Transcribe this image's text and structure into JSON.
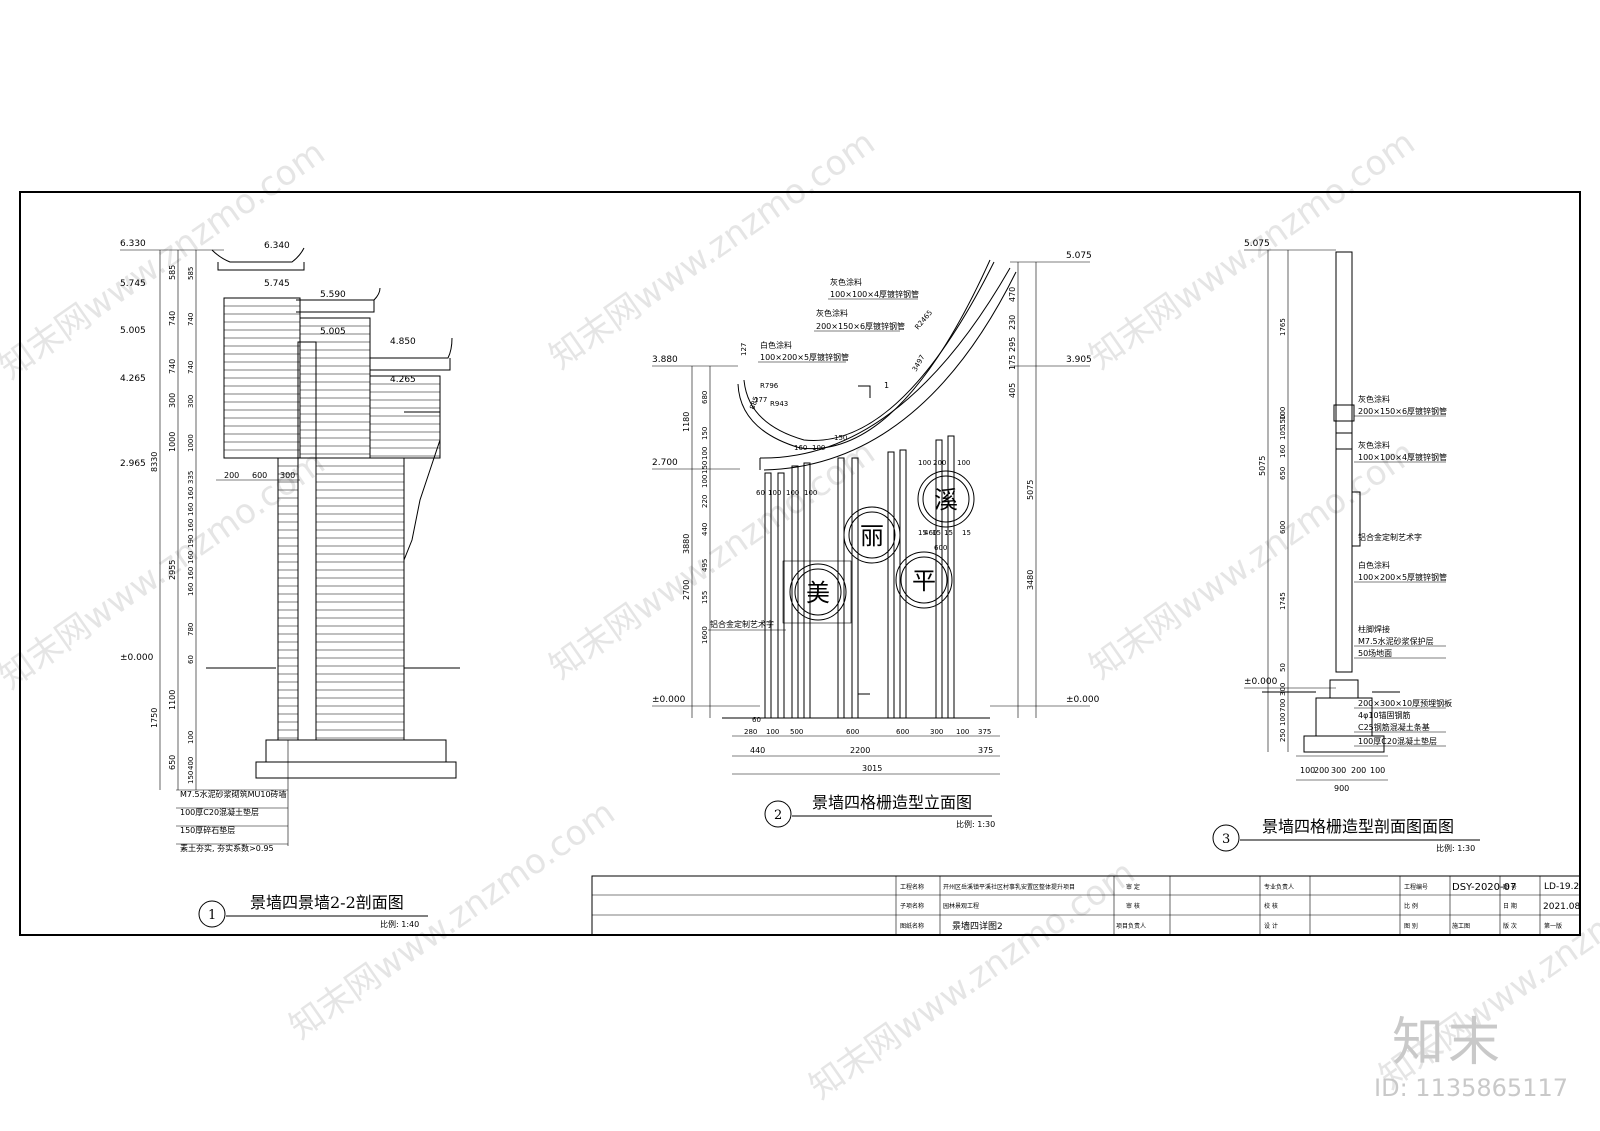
{
  "watermark": {
    "text": "知末网www.znzmo.com",
    "brand": "知末",
    "image_id": "ID: 1135865117"
  },
  "drawing1": {
    "number": "1",
    "title": "景墙四景墙2-2剖面图",
    "scale": "比例: 1:40",
    "elevations": [
      "6.330",
      "5.745",
      "5.005",
      "4.265",
      "2.965",
      "±0.000",
      "6.340",
      "5.745",
      "5.590",
      "5.005",
      "4.850",
      "4.265"
    ],
    "dims_left_outer": [
      "8330",
      "1750"
    ],
    "dims_left_mid": [
      "585",
      "740",
      "740",
      "300",
      "1000",
      "2955",
      "1100",
      "650"
    ],
    "dims_left_inner": [
      "585",
      "740",
      "740",
      "300",
      "1000",
      "335",
      "160",
      "160",
      "160",
      "190",
      "160",
      "160",
      "160",
      "780",
      "60",
      "100",
      "400",
      "150"
    ],
    "dims_bottom": [
      "200",
      "600",
      "300"
    ],
    "notes": [
      "M7.5水泥砂浆砌筑MU10砖墙",
      "100厚C20混凝土垫层",
      "150厚碎石垫层",
      "素土夯实, 夯实系数>0.95"
    ]
  },
  "drawing2": {
    "number": "2",
    "title": "景墙四格栅造型立面图",
    "scale": "比例: 1:30",
    "elevations": [
      "3.880",
      "2.700",
      "±0.000",
      "5.075",
      "3.905",
      "±0.000"
    ],
    "chars": [
      "美",
      "丽",
      "平",
      "溪"
    ],
    "labels": [
      "灰色涂料",
      "100×100×4厚镀锌钢管",
      "灰色涂料",
      "200×150×6厚镀锌钢管",
      "白色涂料",
      "100×200×5厚镀锌钢管",
      "铝合金定制艺术字"
    ],
    "radii": [
      "R2465",
      "R796",
      "R943",
      "3497",
      "177",
      "885",
      "127"
    ],
    "dims_left": [
      "1180",
      "3880",
      "2700",
      "680",
      "150",
      "100",
      "150",
      "100",
      "220",
      "440",
      "495",
      "155",
      "1600"
    ],
    "dims_right": [
      "5075",
      "3480",
      "470",
      "230",
      "295",
      "175",
      "405"
    ],
    "dims_top": [
      "60",
      "100",
      "100",
      "100",
      "100",
      "200",
      "100",
      "160",
      "100",
      "150",
      "15",
      "460",
      "15",
      "15",
      "15",
      "600"
    ],
    "dims_bottom1": [
      "60",
      "280",
      "100",
      "500",
      "600",
      "600",
      "300",
      "100",
      "375"
    ],
    "dims_bottom2": [
      "440",
      "2200",
      "375"
    ],
    "dims_bottom3": [
      "3015"
    ],
    "section_mark": "1"
  },
  "drawing3": {
    "number": "3",
    "title": "景墙四格栅造型剖面图面图",
    "scale": "比例: 1:30",
    "elevations": [
      "5.075",
      "±0.000"
    ],
    "dims_left": [
      "5075",
      "1765",
      "100",
      "150",
      "105",
      "160",
      "650",
      "600",
      "1745",
      "50",
      "300",
      "700",
      "100",
      "250"
    ],
    "dims_bottom": [
      "100",
      "200",
      "300",
      "200",
      "100",
      "900"
    ],
    "labels": [
      "灰色涂料",
      "200×150×6厚镀锌钢管",
      "灰色涂料",
      "100×100×4厚镀锌钢管",
      "铝合金定制艺术字",
      "白色涂料",
      "100×200×5厚镀锌钢管",
      "柱脚焊接",
      "M7.5水泥砂浆保护层",
      "50场地面",
      "200×300×10厚预埋钢板",
      "4φ10锚固钢筋",
      "C25钢筋混凝土条基",
      "100厚C20混凝土垫层"
    ]
  },
  "title_block": {
    "r1": [
      "工程名称",
      "开州区岳溪镇平溪社区村事乳安置区整体提升项目",
      "审    定",
      "专业负责人",
      "工程编号",
      "DSY-2020-07",
      "图 号",
      "LD-19.2"
    ],
    "r2": [
      "子项名称",
      "园林景观工程",
      "审    核",
      "校    核",
      "比    例",
      "日 期",
      "2021.08"
    ],
    "r3": [
      "图纸名称",
      "景墙四详图2",
      "项目负责人",
      "设    计",
      "图    别",
      "施工图",
      "版 次",
      "第一版"
    ]
  }
}
